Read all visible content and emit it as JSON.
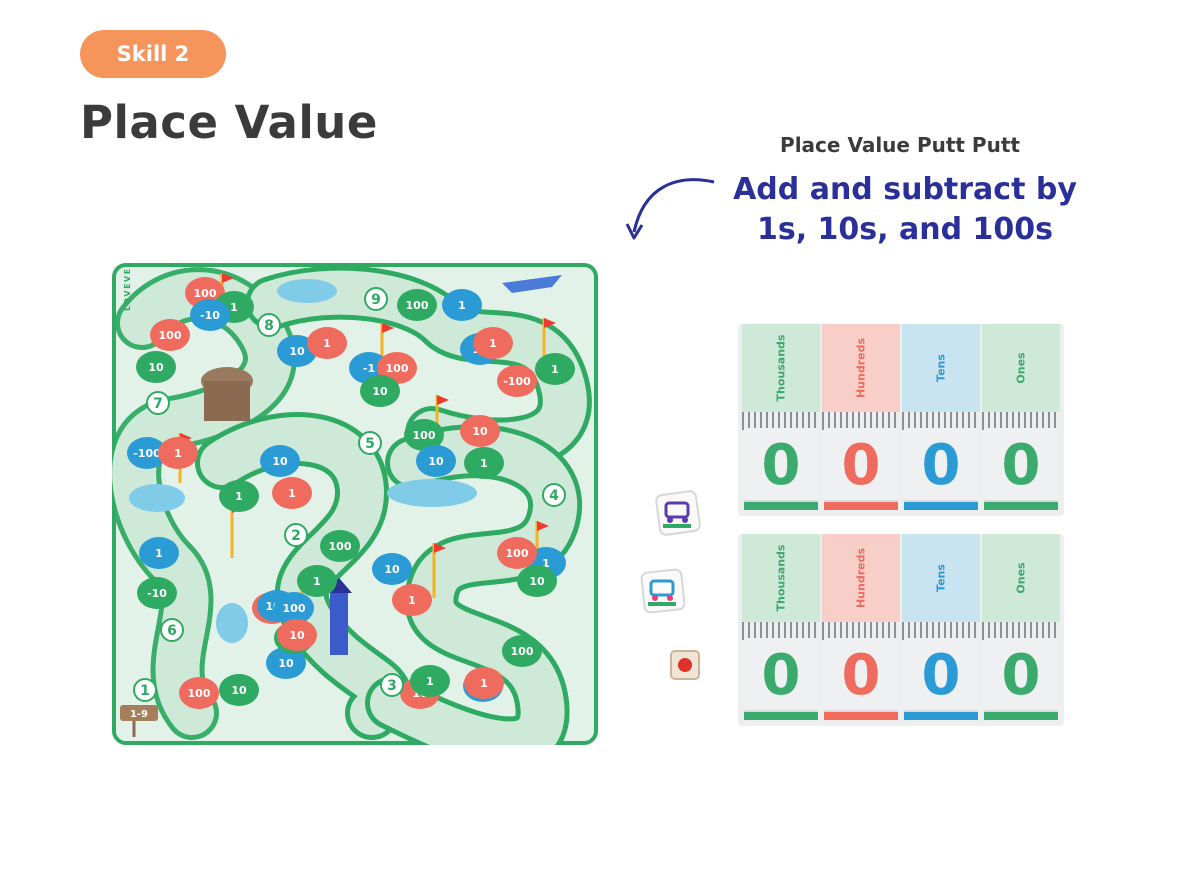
{
  "skill_label": "Skill 2",
  "title": "Place Value",
  "game_name": "Place Value Putt Putt",
  "caption": "Add and subtract by 1s, 10s, and 100s",
  "board": {
    "brand": "LOVEVERY",
    "hole_numbers": [
      "1",
      "2",
      "3",
      "4",
      "5",
      "6",
      "7",
      "8",
      "9"
    ],
    "start_label": "1-9",
    "tiles": [
      "100",
      "1",
      "-10",
      "100",
      "10",
      "10",
      "1",
      "100",
      "-1",
      "100",
      "10",
      "1",
      "-100",
      "1",
      "10",
      "1",
      "100",
      "10",
      "10",
      "1",
      "-100",
      "1",
      "1",
      "10",
      "1",
      "100",
      "10",
      "1",
      "-10",
      "1",
      "100",
      "10",
      "10",
      "1",
      "1",
      "100",
      "10",
      "1",
      "10",
      "1",
      "100",
      "1",
      "100",
      "10",
      "100",
      "10",
      "1"
    ]
  },
  "place_value_columns": [
    {
      "label": "Thousands",
      "color": "#3aaa6e",
      "header_bg": "#cfe9d8"
    },
    {
      "label": "Hundreds",
      "color": "#ef6b5e",
      "header_bg": "#f7cfc8"
    },
    {
      "label": "Tens",
      "color": "#2b9bd6",
      "header_bg": "#c8e4f1"
    },
    {
      "label": "Ones",
      "color": "#3aaa6e",
      "header_bg": "#cfe9d8"
    }
  ],
  "charts": [
    {
      "digits": [
        "0",
        "0",
        "0",
        "0"
      ]
    },
    {
      "digits": [
        "0",
        "0",
        "0",
        "0"
      ]
    }
  ],
  "colors": {
    "green": "#2faa62",
    "coral": "#ef6b5e",
    "blue": "#2b9bd6",
    "orange": "#f5955c",
    "navy": "#2a2f9a"
  }
}
